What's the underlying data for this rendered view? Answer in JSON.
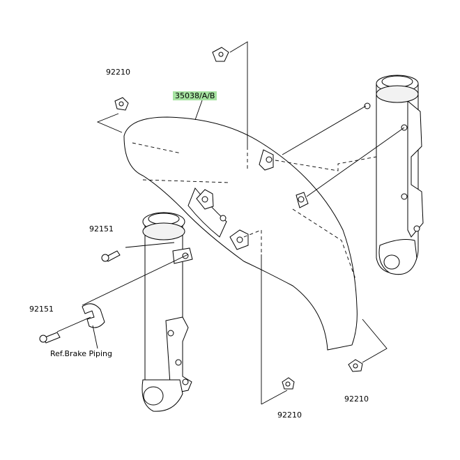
{
  "labels": {
    "fender": "35038/A/B",
    "nut_top_left": "92210",
    "nut_bottom_center": "92210",
    "nut_bottom_right": "92210",
    "bolt_upper": "92151",
    "bolt_lower": "92151",
    "ref_note": "Ref.Brake Piping"
  },
  "colors": {
    "highlight": "#a6e3a1",
    "line": "#000000"
  }
}
